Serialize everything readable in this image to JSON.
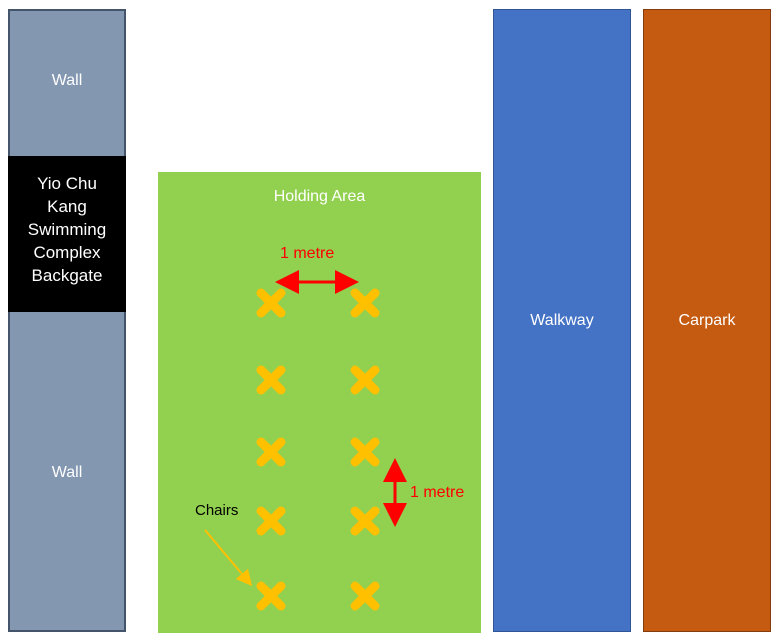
{
  "colors": {
    "wall": "#8497b0",
    "gate": "#000000",
    "holding_area": "#92d050",
    "walkway": "#4472c4",
    "carpark": "#c55a11",
    "chair_mark": "#ffc000",
    "dimension": "#ff0000",
    "pointer": "#ffc000"
  },
  "icons": {
    "chair": "x-mark-icon",
    "dimension_arrow": "double-headed-arrow-icon",
    "pointer": "arrow-icon"
  },
  "labels": {
    "wall_top": "Wall",
    "wall_bottom": "Wall",
    "gate": "Yio Chu\nKang\nSwimming\nComplex\nBackgate",
    "holding_area": "Holding Area",
    "walkway": "Walkway",
    "carpark": "Carpark",
    "spacing_horizontal": "1 metre",
    "spacing_vertical": "1 metre",
    "chairs": "Chairs"
  }
}
